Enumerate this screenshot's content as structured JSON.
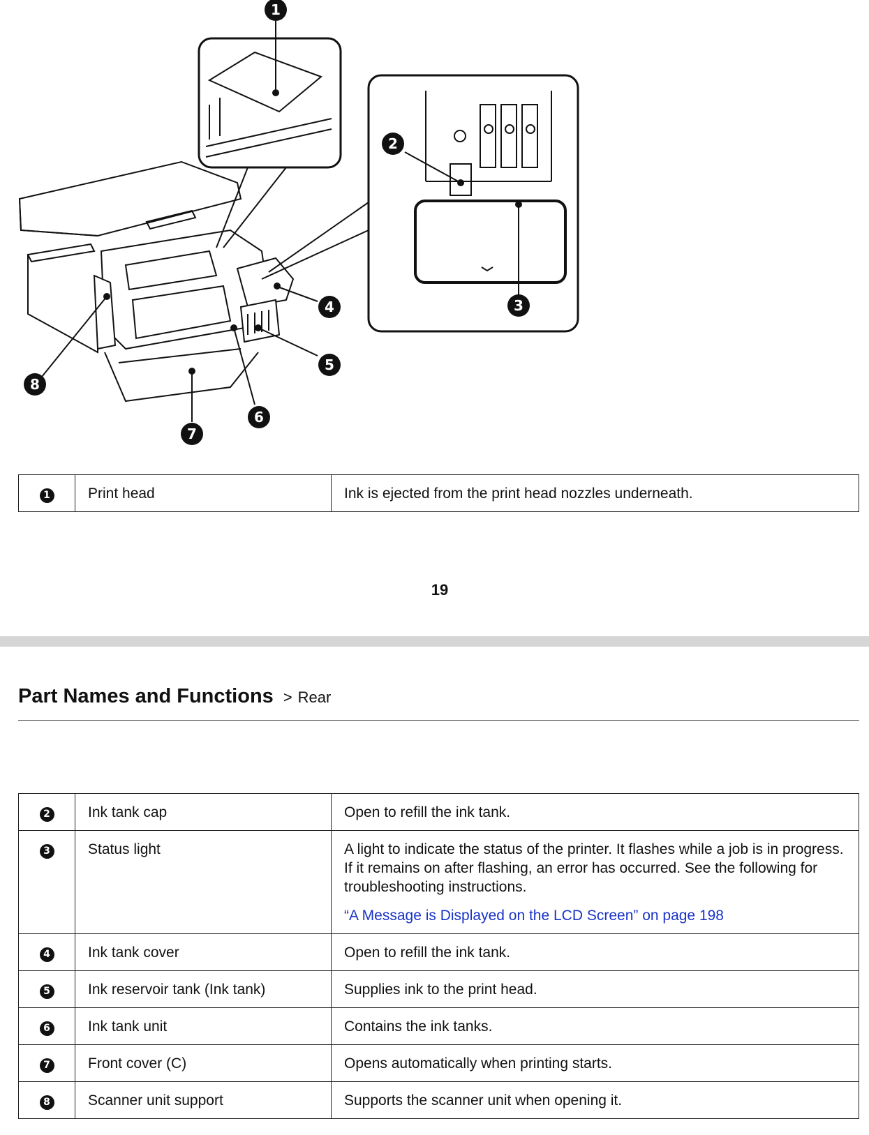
{
  "top_page": {
    "callouts": [
      "1",
      "2",
      "3",
      "4",
      "5",
      "6",
      "7",
      "8"
    ],
    "table": [
      {
        "num": "1",
        "name": "Print head",
        "desc": "Ink is ejected from the print head nozzles underneath."
      }
    ],
    "page_number": "19"
  },
  "bottom_page": {
    "header": {
      "section": "Part Names and Functions",
      "separator": ">",
      "subsection": "Rear"
    },
    "table": [
      {
        "num": "2",
        "name": "Ink tank cap",
        "desc": "Open to refill the ink tank."
      },
      {
        "num": "3",
        "name": "Status light",
        "desc": "A light to indicate the status of the printer. It flashes while a job is in progress. If it remains on after flashing, an error has occurred. See the following for troubleshooting instructions.",
        "link": "“A Message is Displayed on the LCD Screen” on page 198"
      },
      {
        "num": "4",
        "name": "Ink tank cover",
        "desc": "Open to refill the ink tank."
      },
      {
        "num": "5",
        "name": "Ink reservoir tank (Ink tank)",
        "desc": "Supplies ink to the print head."
      },
      {
        "num": "6",
        "name": "Ink tank unit",
        "desc": "Contains the ink tanks."
      },
      {
        "num": "7",
        "name": "Front cover (C)",
        "desc": "Opens automatically when printing starts."
      },
      {
        "num": "8",
        "name": "Scanner unit support",
        "desc": "Supports the scanner unit when opening it."
      }
    ]
  },
  "colors": {
    "link": "#1a33c8",
    "page_gap": "#d6d6d6"
  }
}
